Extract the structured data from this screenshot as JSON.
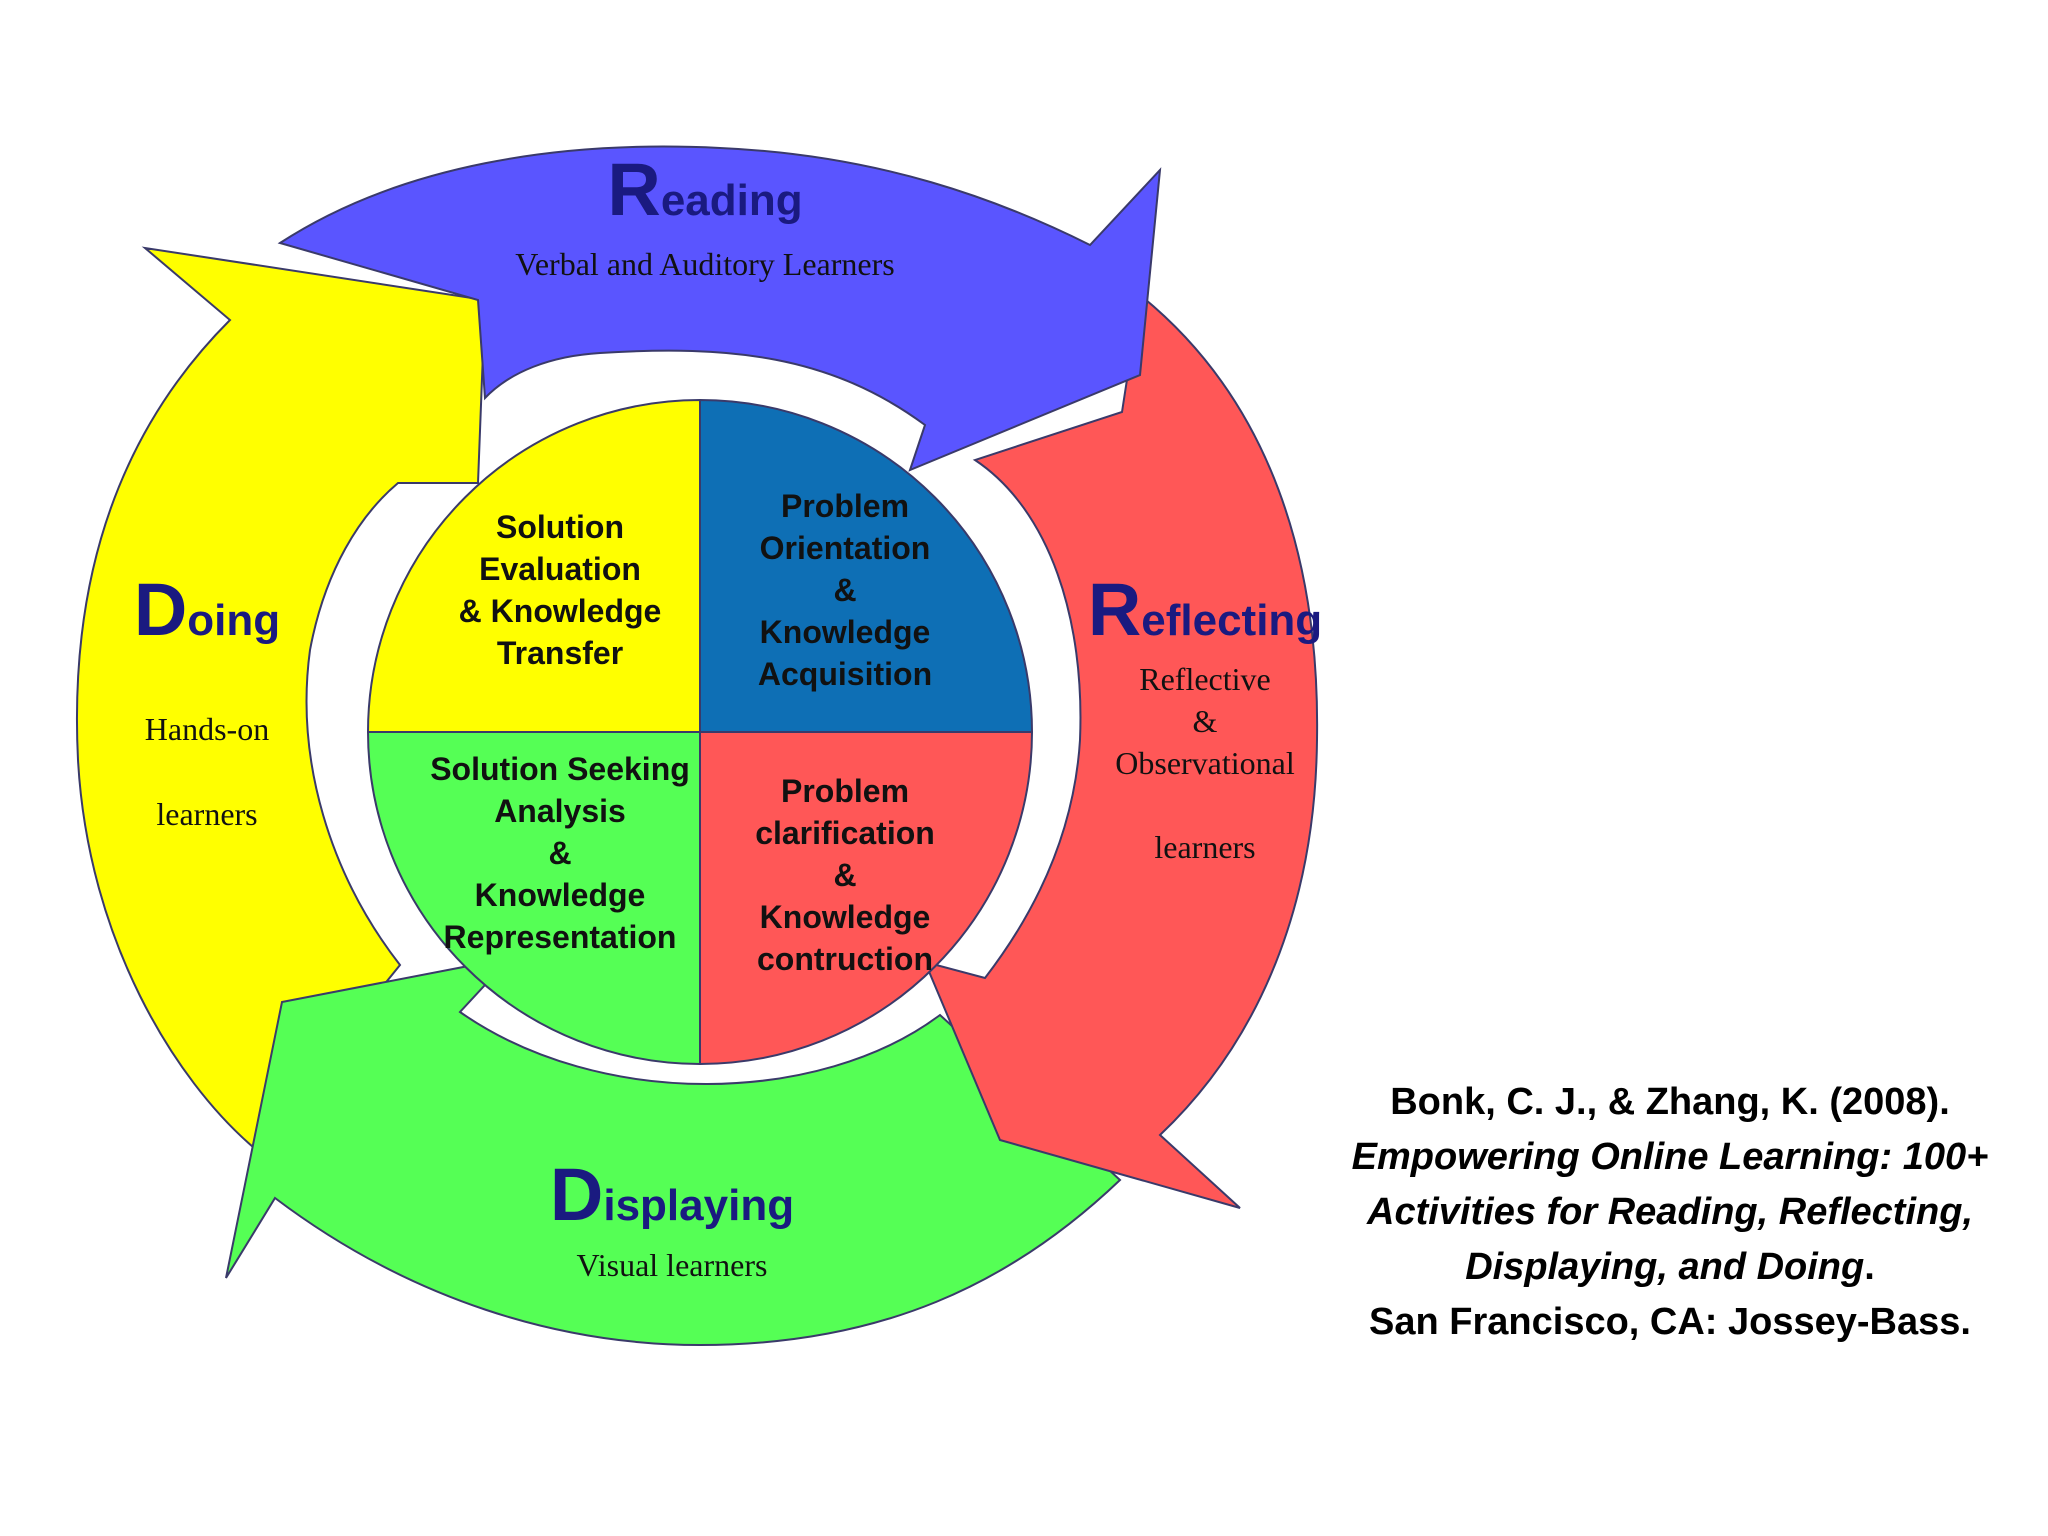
{
  "colors": {
    "reading": "#5a55ff",
    "reflecting": "#ff5757",
    "displaying": "#55ff55",
    "doing": "#ffff00",
    "quad_blue": "#0e6fb5",
    "outline": "#3a3a6a"
  },
  "arrows": {
    "reading": {
      "title_initial": "R",
      "title_rest": "eading",
      "subtitle": "Verbal and Auditory Learners"
    },
    "reflecting": {
      "title_initial": "R",
      "title_rest": "eflecting",
      "subtitle_lines": [
        "Reflective",
        "&",
        "Observational",
        "learners"
      ]
    },
    "displaying": {
      "title_initial": "D",
      "title_rest": "isplaying",
      "subtitle": "Visual learners"
    },
    "doing": {
      "title_initial": "D",
      "title_rest": "oing",
      "subtitle_lines": [
        "Hands-on",
        "learners"
      ]
    }
  },
  "quadrants": {
    "top_left": [
      "Solution",
      "Evaluation",
      "& Knowledge",
      "Transfer"
    ],
    "top_right": [
      "Problem",
      "Orientation",
      "&",
      "Knowledge",
      "Acquisition"
    ],
    "bottom_left": [
      "Solution Seeking",
      "Analysis",
      "&",
      "Knowledge",
      "Representation"
    ],
    "bottom_right": [
      "Problem",
      "clarification",
      "&",
      "Knowledge",
      "contruction"
    ]
  },
  "citation": {
    "line1": "Bonk, C. J., & Zhang, K. (2008).",
    "line2": "Empowering Online Learning: 100+",
    "line3": "Activities for Reading, Reflecting,",
    "line4_italic": "Displaying, and Doing",
    "line4_end": ".",
    "line5": "San Francisco, CA: Jossey-Bass."
  }
}
